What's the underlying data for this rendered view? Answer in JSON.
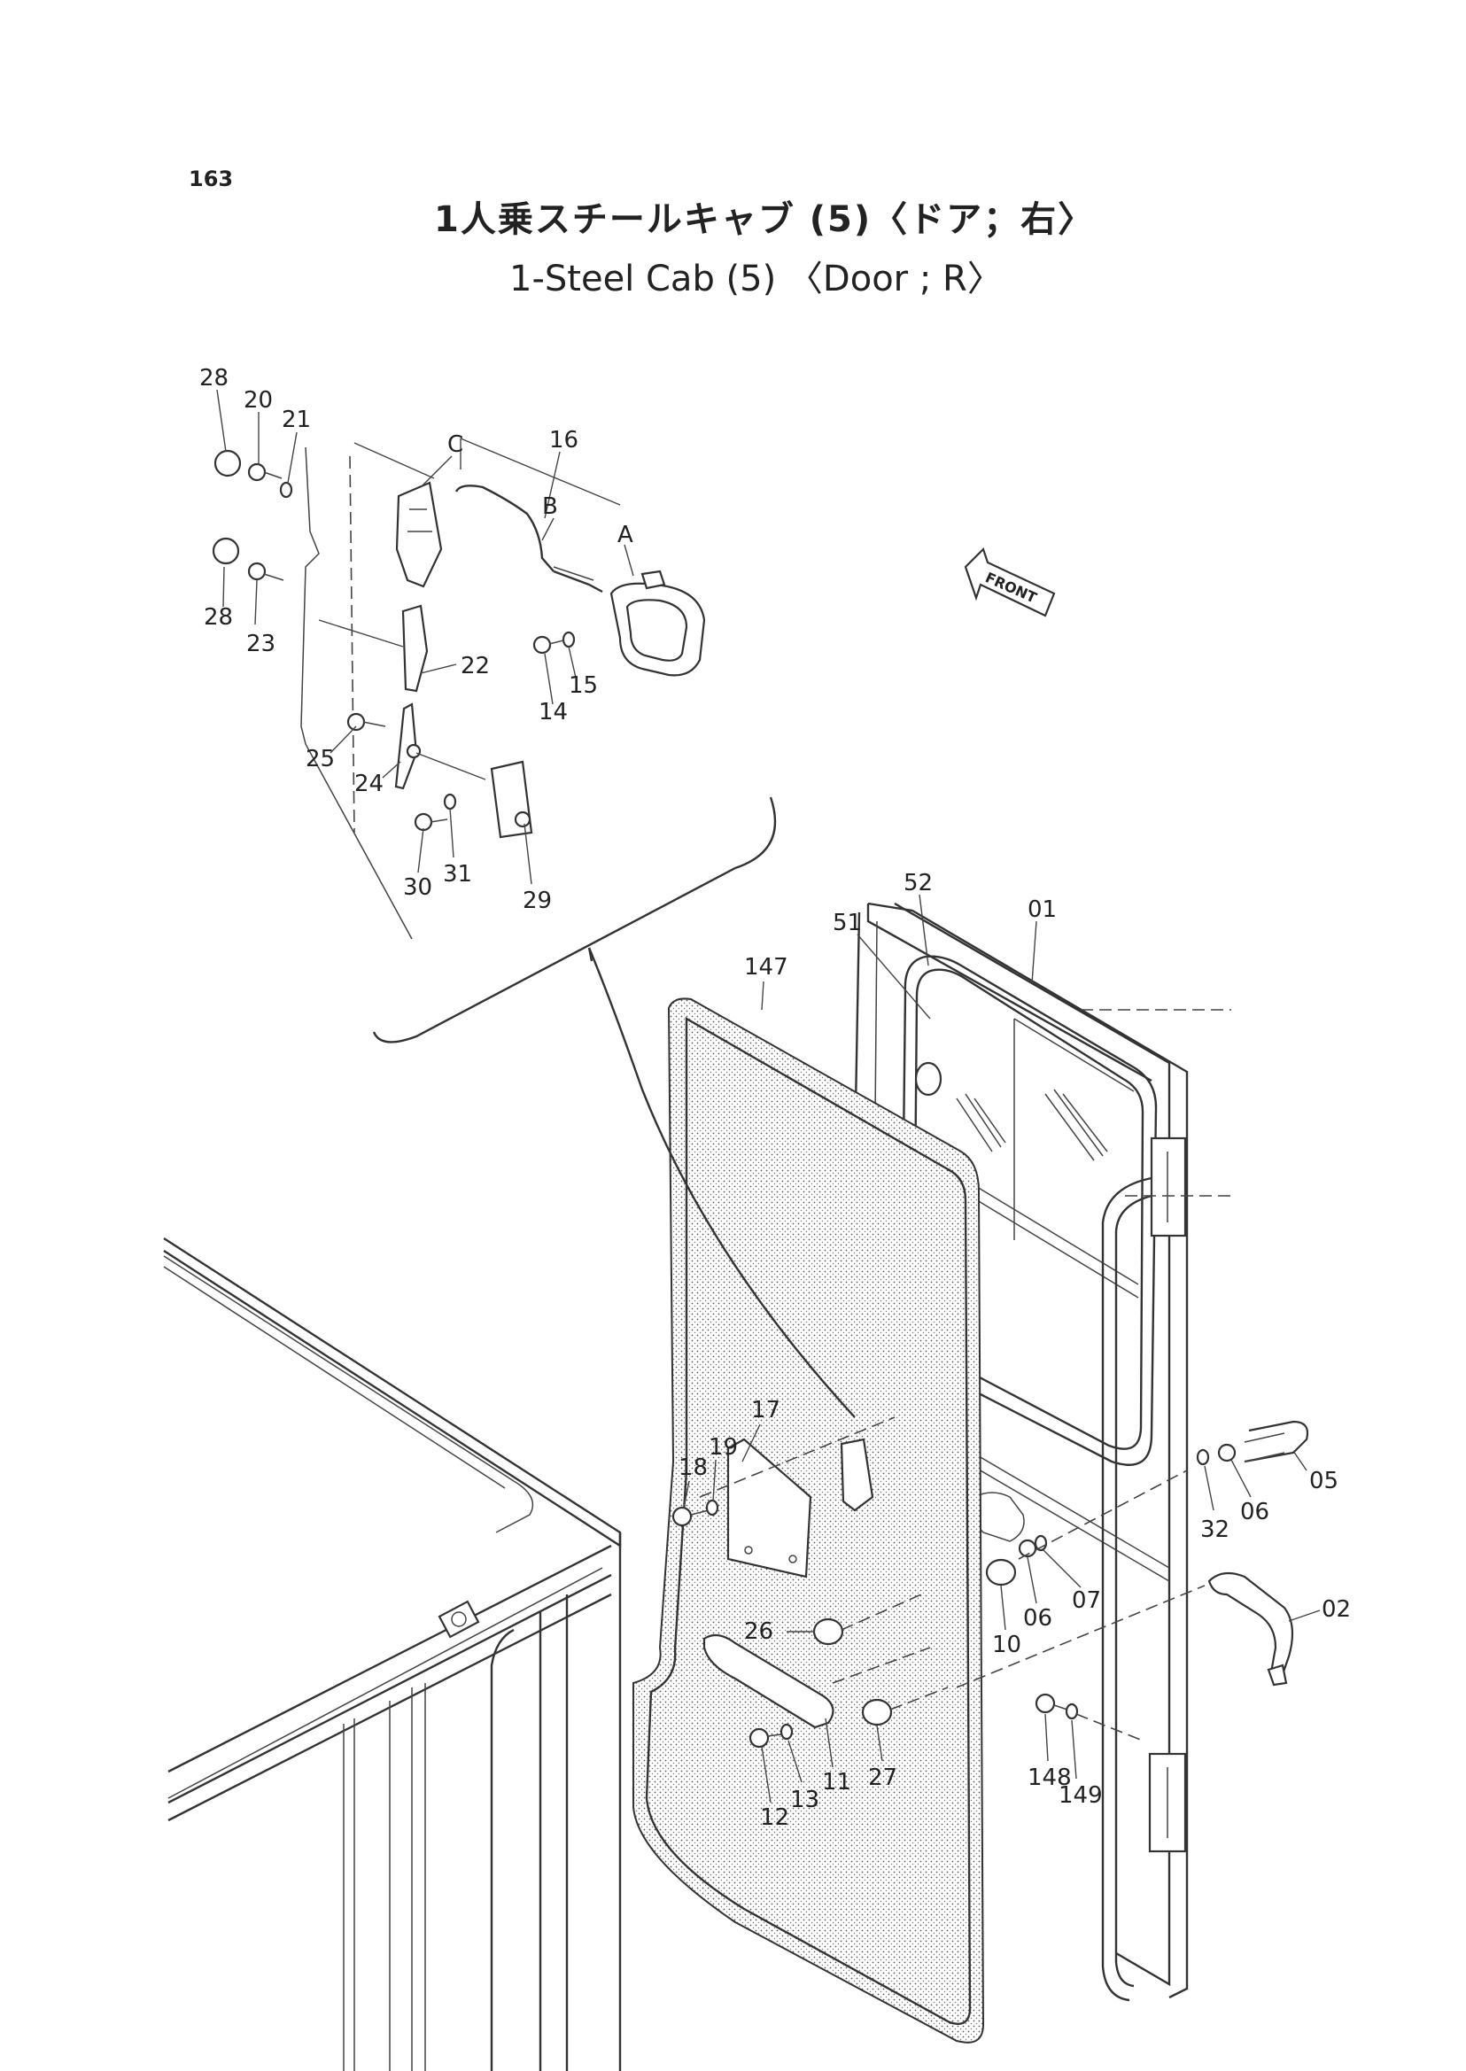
{
  "page_number": "163",
  "title_jp": "1人乗スチールキャブ (5)〈ドア；右〉",
  "title_en": "1-Steel Cab (5) 〈Door ; R〉",
  "front_label": "FRONT",
  "callouts": [
    "28",
    "20",
    "21",
    "C",
    "16",
    "B",
    "A",
    "28",
    "23",
    "22",
    "14",
    "15",
    "25",
    "24",
    "30",
    "31",
    "29",
    "52",
    "01",
    "51",
    "147",
    "17",
    "19",
    "18",
    "05",
    "06",
    "32",
    "07",
    "06",
    "10",
    "02",
    "26",
    "11",
    "13",
    "12",
    "27",
    "148",
    "149"
  ]
}
